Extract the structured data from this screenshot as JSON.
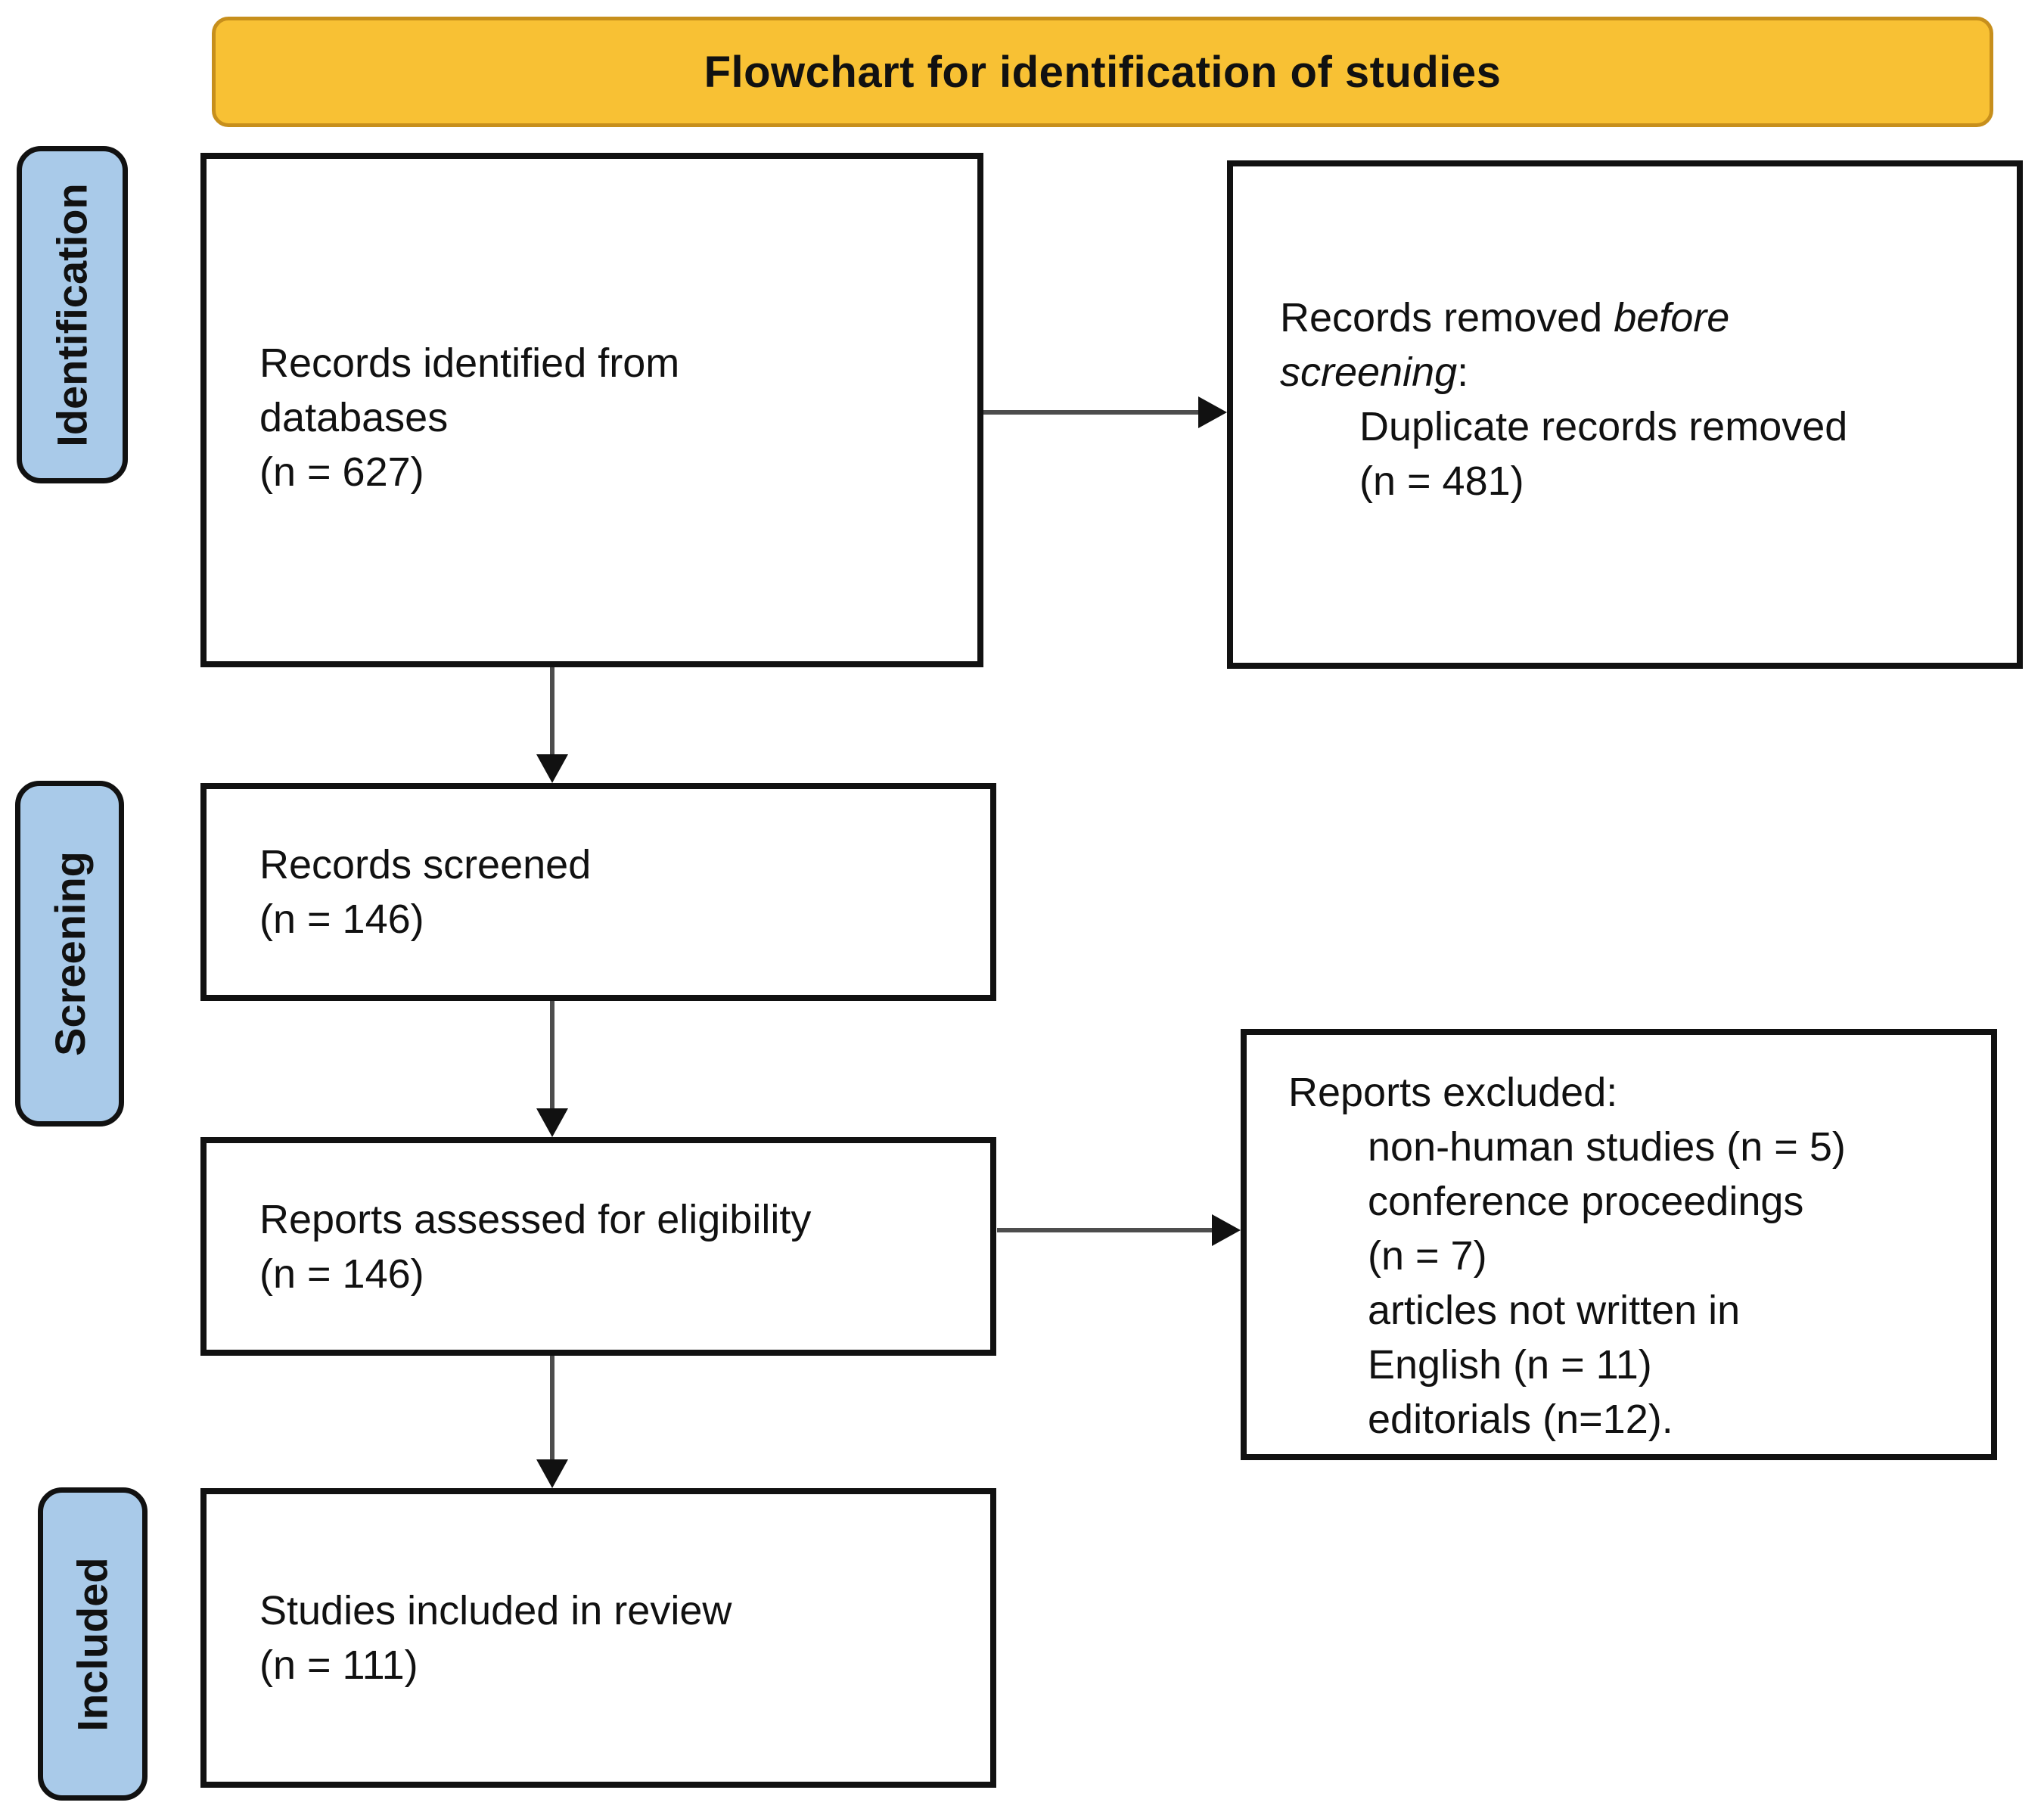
{
  "header": {
    "title": "Flowchart for identification of studies"
  },
  "sidebar": {
    "stages": [
      {
        "label": "Identification"
      },
      {
        "label": "Screening"
      },
      {
        "label": "Included"
      }
    ]
  },
  "flow": {
    "records_identified": {
      "lines": [
        "Records identified from",
        "databases",
        "(n = 627)"
      ]
    },
    "records_removed": {
      "plain_1": "Records removed ",
      "italic_1": "before",
      "italic_2": "screening",
      "plain_2": ":",
      "detail_lines": [
        "Duplicate records removed",
        "(n = 481)"
      ]
    },
    "records_screened": {
      "lines": [
        "Records screened",
        "(n = 146)"
      ]
    },
    "reports_assessed": {
      "lines": [
        "Reports assessed for eligibility",
        "(n = 146)"
      ]
    },
    "reports_excluded": {
      "heading": "Reports excluded:",
      "detail_lines": [
        "non-human studies (n = 5)",
        "conference proceedings",
        "(n = 7)",
        "articles not written in",
        "English (n = 11)",
        "editorials (n=12)."
      ]
    },
    "studies_included": {
      "lines": [
        "Studies included in review",
        "(n = 111)"
      ]
    }
  },
  "colors": {
    "header_fill": "#f8c134",
    "header_border": "#c78f1c",
    "stage_fill": "#a9cae9",
    "stage_border": "#111111",
    "box_border": "#111111",
    "arrow_line": "#4d4d4d",
    "arrow_head": "#111111",
    "text": "#111111",
    "page_bg": "#ffffff"
  }
}
